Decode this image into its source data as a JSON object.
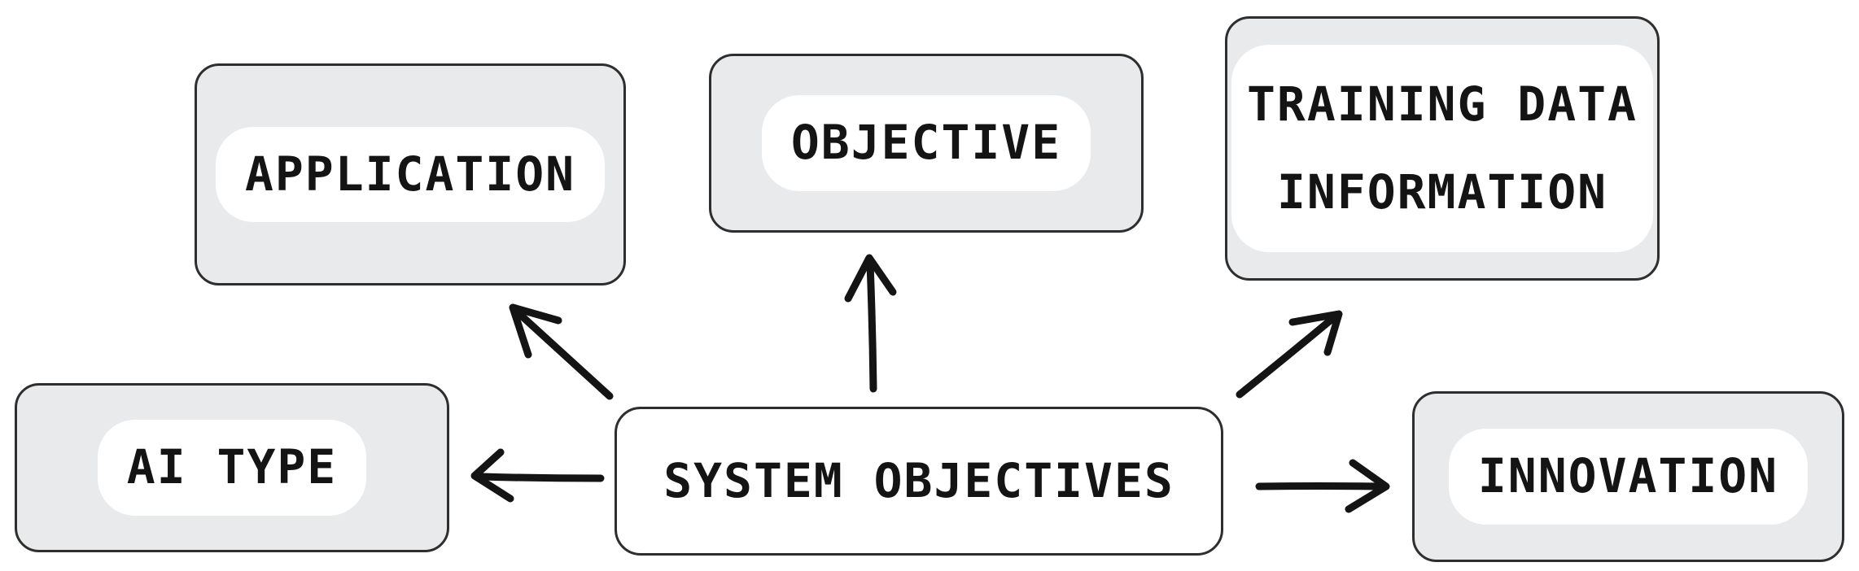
{
  "diagram": {
    "center_node": {
      "id": "system-objectives",
      "label": "SYSTEM OBJECTIVES"
    },
    "nodes": [
      {
        "id": "application",
        "label": "APPLICATION"
      },
      {
        "id": "objective",
        "label": "OBJECTIVE"
      },
      {
        "id": "training-data-information",
        "label": "TRAINING DATA INFORMATION"
      },
      {
        "id": "ai-type",
        "label": "AI TYPE"
      },
      {
        "id": "innovation",
        "label": "INNOVATION"
      }
    ],
    "edges": [
      {
        "from": "system-objectives",
        "to": "application",
        "direction": "up-left"
      },
      {
        "from": "system-objectives",
        "to": "objective",
        "direction": "up"
      },
      {
        "from": "system-objectives",
        "to": "training-data-information",
        "direction": "up-right"
      },
      {
        "from": "system-objectives",
        "to": "ai-type",
        "direction": "left"
      },
      {
        "from": "system-objectives",
        "to": "innovation",
        "direction": "right"
      }
    ],
    "colors": {
      "canvas_bg": "#ffffff",
      "node_fill": "#e9eaec",
      "node_border": "#2e2e2e",
      "center_node_fill": "#ffffff",
      "label_bg": "#ffffff",
      "text": "#141414",
      "arrow": "#141414"
    }
  }
}
